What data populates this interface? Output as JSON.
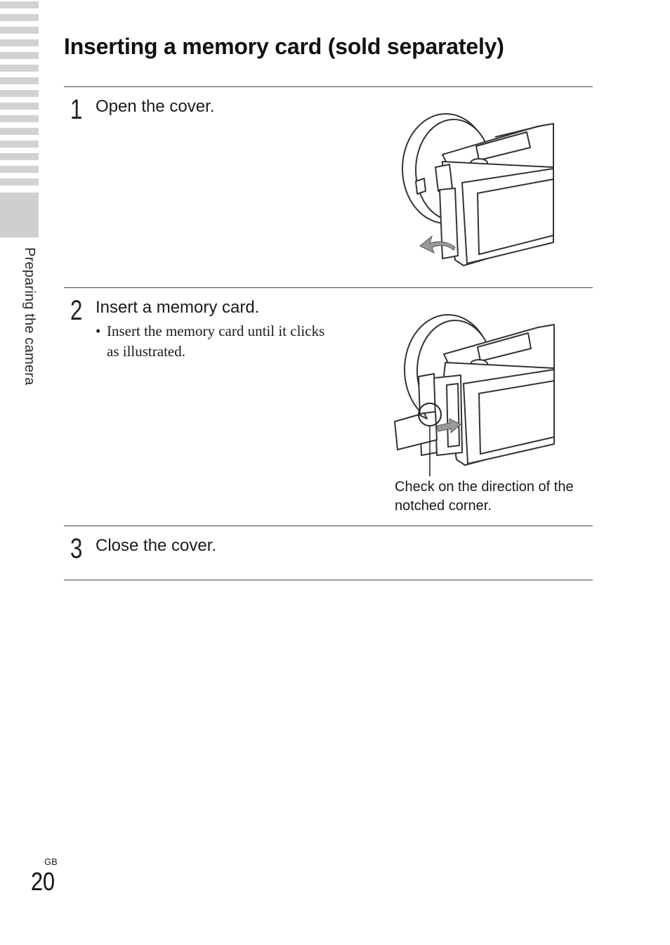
{
  "sidebar": {
    "section_label": "Preparing the camera"
  },
  "title": "Inserting a memory card (sold separately)",
  "steps": [
    {
      "number": "1",
      "text": "Open the cover."
    },
    {
      "number": "2",
      "text": "Insert a memory card.",
      "bullet": "Insert the memory card until it clicks as illustrated."
    },
    {
      "number": "3",
      "text": "Close the cover."
    }
  ],
  "illustration_caption": "Check on the direction of the notched corner.",
  "footer": {
    "region_code": "GB",
    "page_number": "20"
  },
  "icons": [
    "camera-open-cover-illustration",
    "memory-card-insert-illustration",
    "curved-arrow-icon",
    "insert-arrow-icon",
    "magnifier-circle-icon"
  ]
}
